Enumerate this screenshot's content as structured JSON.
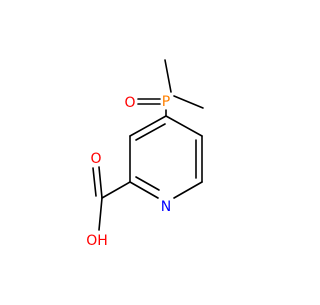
{
  "molecule": {
    "atom_labels": {
      "phosphorus": "P",
      "phosphoryl_oxygen": "O",
      "ring_nitrogen": "N",
      "carbonyl_oxygen": "O",
      "hydroxyl": "OH"
    },
    "colors": {
      "bond": "#000000",
      "phosphorus": "#FF8000",
      "oxygen": "#FF0000",
      "nitrogen": "#0000FF"
    }
  }
}
